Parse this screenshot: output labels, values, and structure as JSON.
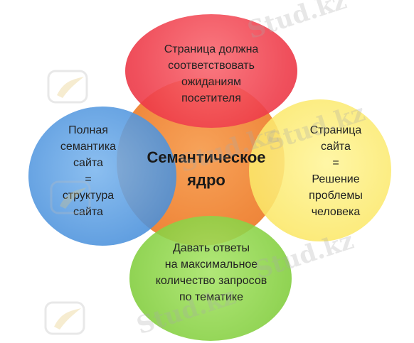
{
  "diagram": {
    "center": {
      "text": "Семантическое\nядро",
      "color": "#f08a3e"
    },
    "top": {
      "text": "Страница должна\nсоответствовать\nожиданиям\nпосетителя",
      "color": "#ee3c4a"
    },
    "left": {
      "text": "Полная\nсемантика\nсайта\n=\nструктура\nсайта",
      "color": "#4c92dc"
    },
    "right": {
      "text": "Страница\nсайта\n=\nРешение\nпроблемы\nчеловека",
      "color": "#fbe86a"
    },
    "bottom": {
      "text": "Давать ответы\nна максимальное\nколичество запросов\nпо тематике",
      "color": "#84cf3f"
    }
  },
  "watermark": {
    "text": "Stud.kz"
  }
}
